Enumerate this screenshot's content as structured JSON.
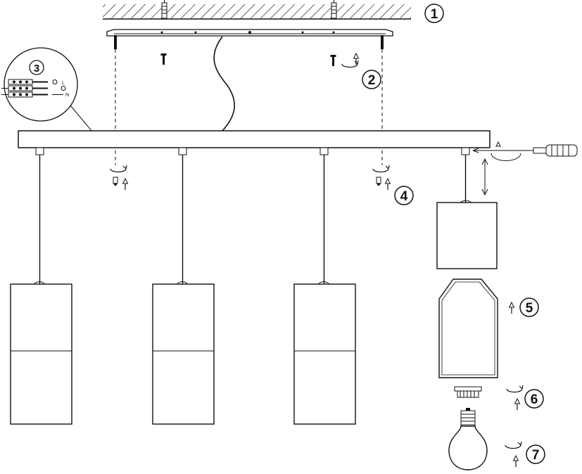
{
  "steps": [
    {
      "number": "1"
    },
    {
      "number": "2"
    },
    {
      "number": "3"
    },
    {
      "number": "4"
    },
    {
      "number": "5"
    },
    {
      "number": "6"
    },
    {
      "number": "7"
    }
  ],
  "colors": {
    "line": "#111111",
    "background": "#ffffff"
  },
  "icons": [
    "ceiling-hatch-icon",
    "wall-plug-icon",
    "screw-icon",
    "rotate-arrow-icon",
    "up-arrow-icon",
    "screwdriver-icon",
    "wire-terminal-icon",
    "light-bulb-icon"
  ]
}
